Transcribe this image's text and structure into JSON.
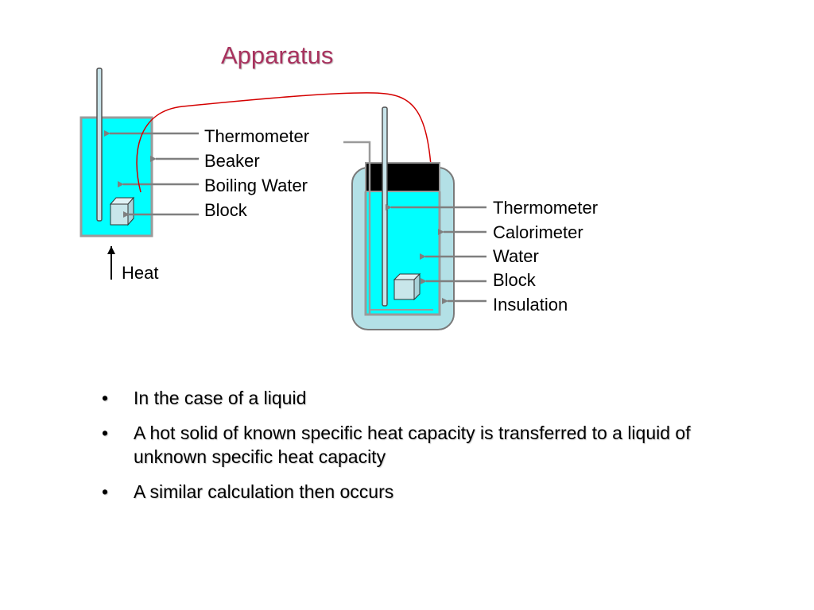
{
  "title": "Apparatus",
  "left_apparatus": {
    "labels": {
      "thermometer": "Thermometer",
      "beaker": "Beaker",
      "water": "Boiling Water",
      "block": "Block"
    },
    "heat_label": "Heat"
  },
  "right_apparatus": {
    "labels": {
      "thermometer": "Thermometer",
      "calorimeter": "Calorimeter",
      "water": "Water",
      "block": "Block",
      "insulation": "Insulation"
    }
  },
  "bullet_glyph": "•",
  "bullets": [
    "In the case of a liquid",
    "A hot solid of known specific heat capacity is transferred to a liquid of unknown specific heat capacity",
    "A similar calculation then occurs"
  ],
  "colors": {
    "title": "#a8325e",
    "water": "#00ffff",
    "insulation": "#b3e0e6",
    "lid": "#000000",
    "transfer_arrow": "#d40000",
    "pointer": "#7f7f7f"
  }
}
